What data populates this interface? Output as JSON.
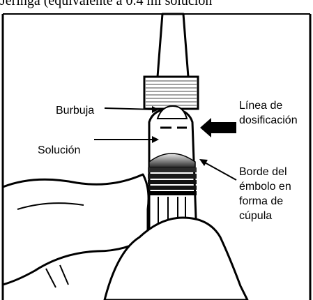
{
  "header_text": "Jeringa (equivalente a 0.4 ml solución",
  "labels": {
    "bubble": "Burbuja",
    "solution": "Solución",
    "dosing_line": "Línea de\ndosificación",
    "plunger_edge": "Borde del\némbolo en\nforma de\ncúpula"
  }
}
